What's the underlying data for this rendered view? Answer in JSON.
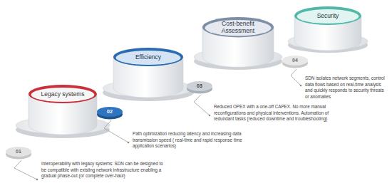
{
  "diagram": {
    "nodes": [
      {
        "text": [
          "Legacy systems"
        ]
      },
      {
        "text": [
          "01"
        ]
      },
      {
        "text": [
          "Efficiency"
        ]
      },
      {
        "text": [
          "02"
        ]
      },
      {
        "text": [
          "Cost-benefit Assessment"
        ]
      },
      {
        "text": [
          "03"
        ]
      },
      {
        "text": [
          "Security"
        ]
      },
      {
        "text": [
          "04"
        ]
      }
    ],
    "labels": [
      "Interoperability with legacy systems: SDN can be designed to be compatible with existing network infrastructure enabling a gradual phase-out (or complete over-haul)",
      "Path optimization reducing latency and increasing data transmission speed ( real-time and rapid response time application scenarios)",
      "Reduced OPEX with a one-off CAPEX. No more manual reconfigurations and physical interventions. Automation of redundant tasks (reduced downtime and troubleshooting)",
      "SDN isolates network segments, control data flows based on real-time analysis and quickly responds to security threats or anomalies"
    ]
  }
}
